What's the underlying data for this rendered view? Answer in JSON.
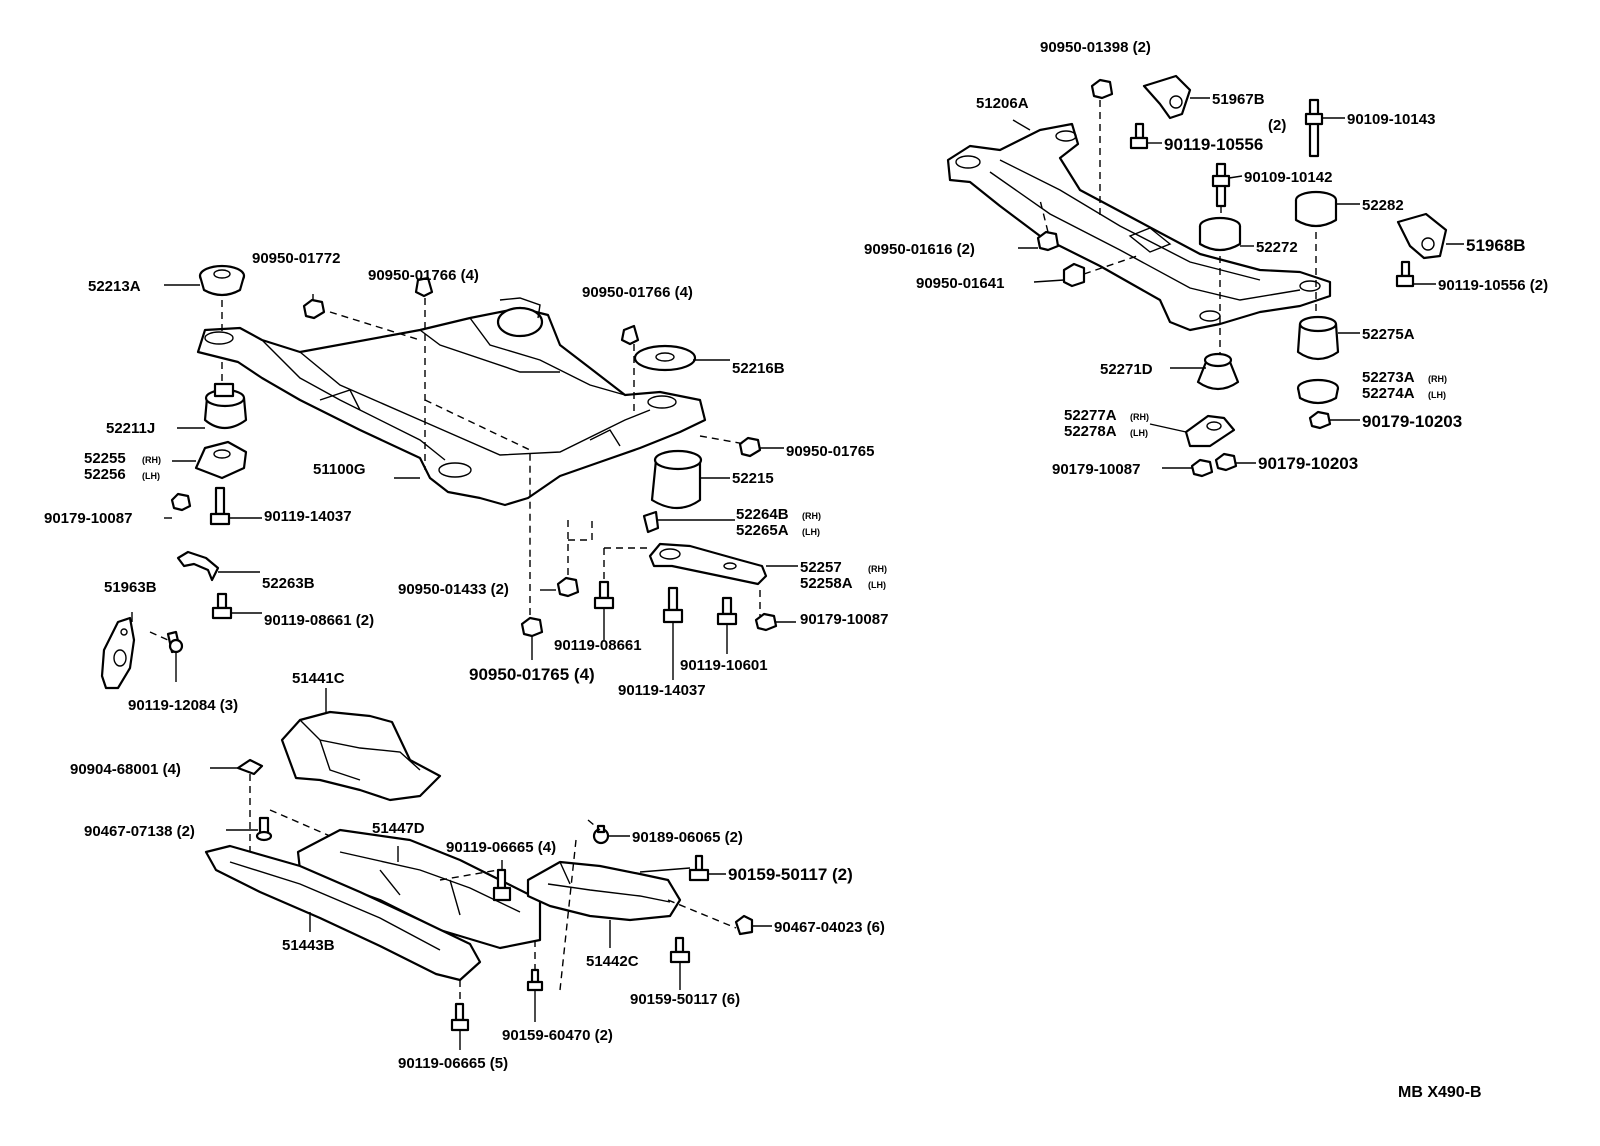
{
  "diagram": {
    "reference_code": "MB X490-B",
    "labels": {
      "p52213A": "52213A",
      "p90950_01772": "90950-01772",
      "p90950_01766a": "90950-01766 (4)",
      "p90950_01766b": "90950-01766 (4)",
      "p52216B": "52216B",
      "p52211J": "52211J",
      "p52255": "52255",
      "p52256": "52256",
      "p51100G": "51100G",
      "p90950_01765a": "90950-01765",
      "p52215": "52215",
      "p90179_10087a": "90179-10087",
      "p90119_14037a": "90119-14037",
      "p52264B": "52264B",
      "p52265A": "52265A",
      "p51963B": "51963B",
      "p52263B": "52263B",
      "p90950_01433": "90950-01433 (2)",
      "p52257": "52257",
      "p52258A": "52258A",
      "p90119_08661a": "90119-08661 (2)",
      "p90179_10087b": "90179-10087",
      "p90119_08661b": "90119-08661",
      "p90119_10601": "90119-10601",
      "p90119_12084": "90119-12084 (3)",
      "p90950_01765b": "90950-01765 (4)",
      "p90119_14037b": "90119-14037",
      "p51441C": "51441C",
      "p90904_68001": "90904-68001 (4)",
      "p90467_07138": "90467-07138 (2)",
      "p51447D": "51447D",
      "p90119_06665a": "90119-06665 (4)",
      "p90189_06065": "90189-06065 (2)",
      "p90159_50117a": "90159-50117 (2)",
      "p90467_04023": "90467-04023 (6)",
      "p51443B": "51443B",
      "p51442C": "51442C",
      "p90159_50117b": "90159-50117 (6)",
      "p90159_60470": "90159-60470 (2)",
      "p90119_06665b": "90119-06665 (5)",
      "p90950_01398": "90950-01398 (2)",
      "p51206A": "51206A",
      "p51967B": "51967B",
      "p90109_10143": "90109-10143",
      "p_qty2": "(2)",
      "p90119_10556a": "90119-10556",
      "p90109_10142": "90109-10142",
      "p52282": "52282",
      "p90950_01616": "90950-01616 (2)",
      "p52272": "52272",
      "p51968B": "51968B",
      "p90950_01641": "90950-01641",
      "p90119_10556b": "90119-10556 (2)",
      "p52275A": "52275A",
      "p52271D": "52271D",
      "p52273A": "52273A",
      "p52274A": "52274A",
      "p52277A": "52277A",
      "p52278A": "52278A",
      "p90179_10203a": "90179-10203",
      "p90179_10087c": "90179-10087",
      "p90179_10203b": "90179-10203",
      "rh": "(RH)",
      "lh": "(LH)"
    }
  }
}
